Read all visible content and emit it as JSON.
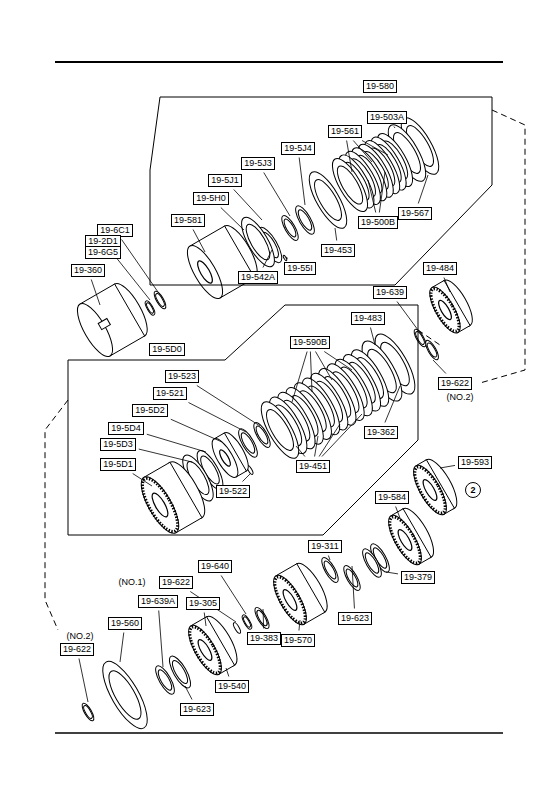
{
  "diagram": {
    "nodes": [
      {
        "text": [
          "19-580"
        ]
      },
      {
        "text": [
          "19-503A"
        ],
        "in": 0
      },
      {
        "text": [
          "19-561"
        ],
        "in": 0
      },
      {
        "text": [
          "19-5J4"
        ],
        "in": 0
      },
      {
        "text": [
          "19-5J3"
        ],
        "in": 0
      },
      {
        "text": [
          "19-5J1"
        ],
        "in": 0
      },
      {
        "text": [
          "19-5H0"
        ],
        "in": 0
      },
      {
        "text": [
          "19-581"
        ],
        "in": 0
      },
      {
        "text": [
          "19-567"
        ],
        "in": 0
      },
      {
        "text": [
          "19-500B"
        ],
        "in": 0
      },
      {
        "text": [
          "19-453"
        ],
        "in": 0
      },
      {
        "text": [
          "19-55I"
        ],
        "in": 0
      },
      {
        "text": [
          "19-542A"
        ],
        "in": 0
      },
      {
        "text": [
          "19-6C1"
        ]
      },
      {
        "text": [
          "19-2D1"
        ]
      },
      {
        "text": [
          "19-6G5"
        ]
      },
      {
        "text": [
          "19-360"
        ]
      },
      {
        "text": [
          "19-484"
        ]
      },
      {
        "text": [
          "19-639"
        ]
      },
      {
        "text": [
          "19-622"
        ]
      },
      {
        "text": [
          "19-5D0"
        ]
      },
      {
        "text": [
          "19-483"
        ],
        "in": 20
      },
      {
        "text": [
          "19-590B"
        ],
        "in": 20
      },
      {
        "text": [
          "19-523"
        ],
        "in": 20
      },
      {
        "text": [
          "19-521"
        ],
        "in": 20
      },
      {
        "text": [
          "19-5D2"
        ],
        "in": 20
      },
      {
        "text": [
          "19-5D4"
        ],
        "in": 20
      },
      {
        "text": [
          "19-5D3"
        ],
        "in": 20
      },
      {
        "text": [
          "19-5D1"
        ],
        "in": 20
      },
      {
        "text": [
          "19-362"
        ],
        "in": 20
      },
      {
        "text": [
          "19-451"
        ],
        "in": 20
      },
      {
        "text": [
          "19-522"
        ],
        "in": 20
      },
      {
        "text": [
          "19-593"
        ]
      },
      {
        "text": [
          "19-584"
        ]
      },
      {
        "text": [
          "2"
        ]
      },
      {
        "text": [
          "19-311"
        ]
      },
      {
        "text": [
          "19-379"
        ]
      },
      {
        "text": [
          "19-640"
        ]
      },
      {
        "text": [
          "19-622"
        ]
      },
      {
        "text": [
          "19-623"
        ]
      },
      {
        "text": [
          "19-639A"
        ]
      },
      {
        "text": [
          "19-305"
        ]
      },
      {
        "text": [
          "19-560"
        ]
      },
      {
        "text": [
          "19-570"
        ]
      },
      {
        "text": [
          "19-383"
        ]
      },
      {
        "text": [
          "19-622"
        ]
      },
      {
        "text": [
          "19-540"
        ]
      },
      {
        "text": [
          "19-623"
        ]
      }
    ],
    "labels": [
      "(NO.2)",
      "(NO.1)",
      "(NO.2)"
    ]
  }
}
